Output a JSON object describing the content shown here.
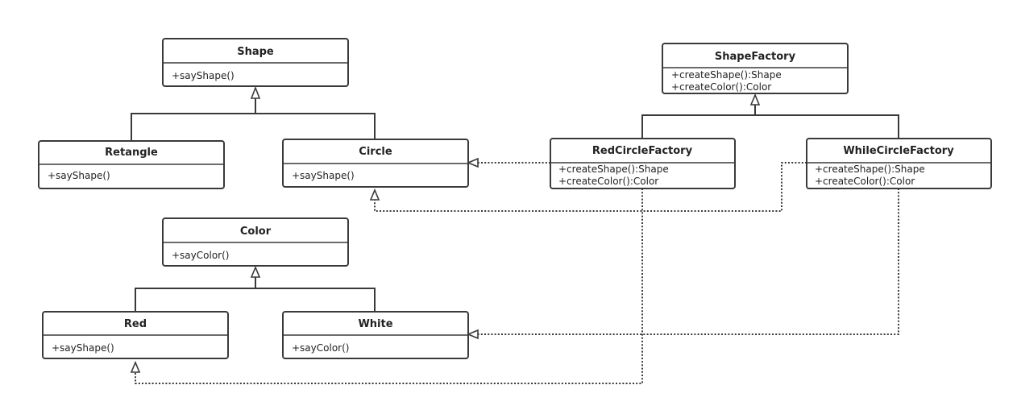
{
  "classes": {
    "shape": {
      "name": "Shape",
      "members": [
        "+sayShape()"
      ]
    },
    "retangle": {
      "name": "Retangle",
      "members": [
        "+sayShape()"
      ]
    },
    "circle": {
      "name": "Circle",
      "members": [
        "+sayShape()"
      ]
    },
    "color": {
      "name": "Color",
      "members": [
        "+sayColor()"
      ]
    },
    "red": {
      "name": "Red",
      "members": [
        "+sayShape()"
      ]
    },
    "white": {
      "name": "White",
      "members": [
        "+sayColor()"
      ]
    },
    "shape_factory": {
      "name": "ShapeFactory",
      "members": [
        "+createShape():Shape",
        "+createColor():Color"
      ]
    },
    "red_circle_factory": {
      "name": "RedCircleFactory",
      "members": [
        "+createShape():Shape",
        "+createColor():Color"
      ]
    },
    "while_circle_factory": {
      "name": "WhileCircleFactory",
      "members": [
        "+createShape():Shape",
        "+createColor():Color"
      ]
    }
  },
  "relations": [
    {
      "type": "generalization",
      "from": "Retangle",
      "to": "Shape"
    },
    {
      "type": "generalization",
      "from": "Circle",
      "to": "Shape"
    },
    {
      "type": "generalization",
      "from": "Red",
      "to": "Color"
    },
    {
      "type": "generalization",
      "from": "White",
      "to": "Color"
    },
    {
      "type": "generalization",
      "from": "RedCircleFactory",
      "to": "ShapeFactory"
    },
    {
      "type": "generalization",
      "from": "WhileCircleFactory",
      "to": "ShapeFactory"
    },
    {
      "type": "dependency",
      "from": "RedCircleFactory",
      "to": "Circle"
    },
    {
      "type": "dependency",
      "from": "RedCircleFactory",
      "to": "Red"
    },
    {
      "type": "dependency",
      "from": "WhileCircleFactory",
      "to": "Circle"
    },
    {
      "type": "dependency",
      "from": "WhileCircleFactory",
      "to": "White"
    }
  ],
  "colors": {
    "stroke": "#3a3a3a",
    "text": "#222222",
    "background": "#ffffff"
  }
}
